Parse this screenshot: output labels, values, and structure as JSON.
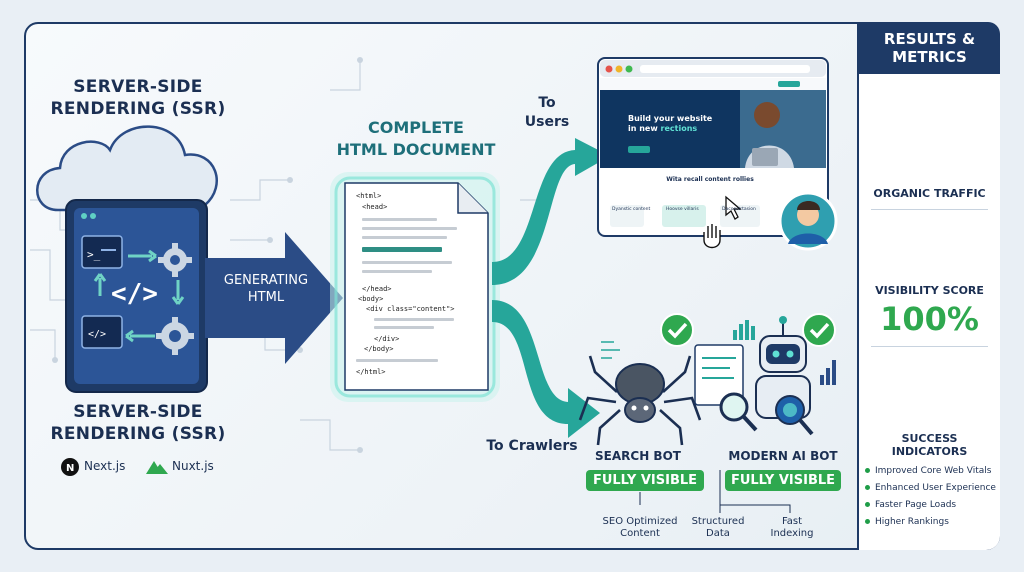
{
  "ssr": {
    "title_top_line1": "SERVER-SIDE",
    "title_top_line2": "RENDERING (SSR)",
    "title_bottom_line1": "SERVER-SIDE",
    "title_bottom_line2": "RENDERING (SSR)",
    "frameworks": [
      "Next.js",
      "Nuxt.js"
    ]
  },
  "arrow_label": {
    "line1": "GENERATING",
    "line2": "HTML"
  },
  "document": {
    "title_line1": "COMPLETE",
    "title_line2": "HTML DOCUMENT",
    "code": [
      "<html>",
      "<head>",
      "</head>",
      "<body>",
      "<div class=\"content\">",
      "</div>",
      "</body>",
      "</html>"
    ]
  },
  "routes": {
    "users_line1": "To",
    "users_line2": "Users",
    "crawlers": "To Crawlers"
  },
  "website": {
    "headline_line1": "Build your website",
    "headline_line2": "in new",
    "headline_accent": "rections",
    "section_title": "Wita recall content rollies",
    "cards": [
      "Dyanstic content",
      "Hoovse villaris",
      "Dacoostrtasion"
    ]
  },
  "bots": {
    "search_label": "SEARCH BOT",
    "search_status": "FULLY VISIBLE",
    "ai_label": "MODERN AI BOT",
    "ai_status": "FULLY VISIBLE",
    "captions": [
      {
        "line1": "SEO Optimized",
        "line2": "Content"
      },
      {
        "line1": "Structured",
        "line2": "Data"
      },
      {
        "line1": "Fast",
        "line2": "Indexing"
      }
    ]
  },
  "sidebar": {
    "title_line1": "RESULTS &",
    "title_line2": "METRICS",
    "traffic_label": "ORGANIC TRAFFIC",
    "visibility_label": "VISIBILITY SCORE",
    "visibility_value": "100%",
    "success_line1": "SUCCESS",
    "success_line2": "INDICATORS",
    "indicators": [
      "Improved Core Web Vitals",
      "Enhanced User Experience",
      "Faster Page Loads",
      "Higher Rankings"
    ]
  },
  "colors": {
    "navy": "#1e3a66",
    "teal": "#26a69a",
    "green": "#2fa84f",
    "arrow_blue": "#2b4c86"
  }
}
